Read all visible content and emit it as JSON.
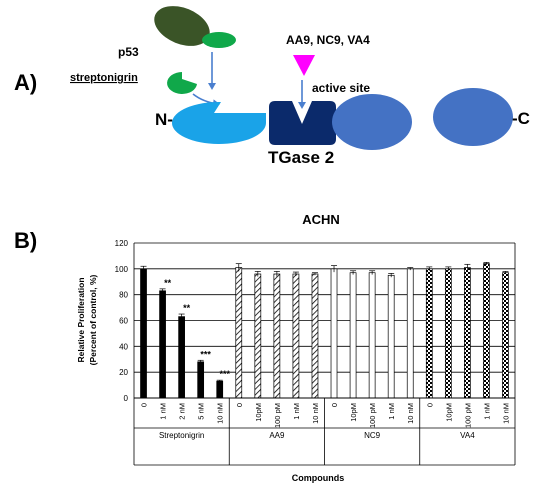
{
  "panel_a": {
    "label": "A)",
    "p53_label": "p53",
    "streptonigrin_label": "streptonigrin",
    "inhibitors_label": "AA9, NC9, VA4",
    "active_site_label": "active site",
    "n_terminus_label": "N-",
    "c_terminus_label": "-C",
    "protein_label": "TGase 2",
    "colors": {
      "p53_dark": "#3a5427",
      "green": "#10a84a",
      "domain1": "#1aa3e8",
      "domain2": "#0b2a6b",
      "domain34": "#4472c4",
      "arrow": "#4a7fcf",
      "marker": "#ff00ff"
    }
  },
  "panel_b": {
    "label": "B)",
    "chart_data": {
      "type": "bar",
      "title": "ACHN",
      "ylabel": "Relative Proliferation (Percent of control, %)",
      "ylabel_line1": "Relative Proliferation",
      "ylabel_line2": "(Percent of control, %)",
      "xlabel": "Compounds",
      "ylim": [
        0,
        120
      ],
      "yticks": [
        0,
        20,
        40,
        60,
        80,
        100,
        120
      ],
      "grid": true,
      "groups": [
        {
          "name": "Streptonigrin",
          "pattern": "solid",
          "categories": [
            "0",
            "1 nM",
            "2 nM",
            "5 nM",
            "10 nM"
          ],
          "values": [
            100,
            83,
            63,
            28,
            13
          ],
          "errors": [
            2,
            1.5,
            2,
            1.2,
            0.8
          ],
          "significance": [
            "",
            "**",
            "**",
            "***",
            "***"
          ]
        },
        {
          "name": "AA9",
          "pattern": "hatch",
          "categories": [
            "0",
            "10pM",
            "100 pM",
            "1 nM",
            "10 nM"
          ],
          "values": [
            101,
            96,
            96,
            96,
            96
          ],
          "errors": [
            3,
            2,
            2,
            1.5,
            1
          ],
          "significance": [
            "",
            "",
            "",
            "",
            ""
          ]
        },
        {
          "name": "NC9",
          "pattern": "white",
          "categories": [
            "0",
            "10pM",
            "100 pM",
            "1 nM",
            "10 nM"
          ],
          "values": [
            100,
            97,
            97,
            95,
            100
          ],
          "errors": [
            2.5,
            1.5,
            1.5,
            1.5,
            1
          ],
          "significance": [
            "",
            "",
            "",
            "",
            ""
          ]
        },
        {
          "name": "VA4",
          "pattern": "checker",
          "categories": [
            "0",
            "10pM",
            "100 pM",
            "1 nM",
            "10 nM"
          ],
          "values": [
            100,
            100,
            101,
            104,
            97
          ],
          "errors": [
            1.5,
            1.5,
            2.5,
            1,
            1
          ],
          "significance": [
            "",
            "",
            "",
            "",
            ""
          ]
        }
      ]
    }
  }
}
